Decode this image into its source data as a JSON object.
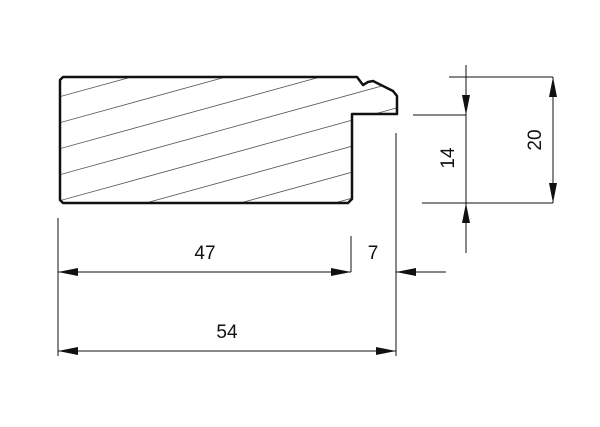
{
  "drawing": {
    "dimensions": {
      "width_main": "47",
      "width_rebate": "7",
      "width_total": "54",
      "height_rebate": "14",
      "height_total": "20"
    },
    "colors": {
      "line": "#111111",
      "hatch": "#555555",
      "background": "#ffffff"
    }
  }
}
